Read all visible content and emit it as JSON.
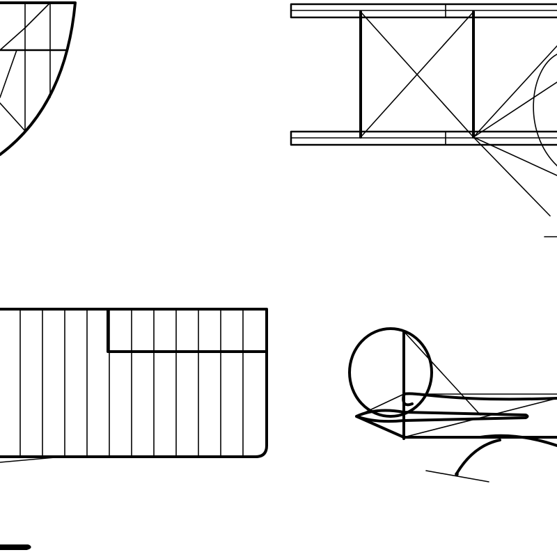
{
  "drawing": {
    "subject": "biplane",
    "line_color": "#000000",
    "background_color": "#ffffff",
    "views": [
      {
        "id": "rudder-side-view"
      },
      {
        "id": "front-view"
      },
      {
        "id": "wing-plan-view"
      },
      {
        "id": "side-view"
      }
    ],
    "wing_plan": {
      "rib_count": 12
    }
  }
}
